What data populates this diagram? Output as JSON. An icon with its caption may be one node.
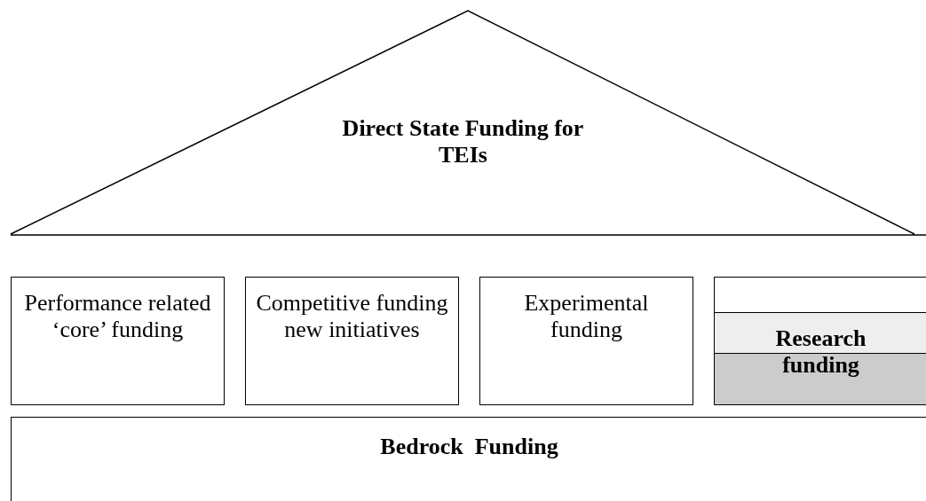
{
  "diagram": {
    "nodes": [
      {
        "text": [
          "Direct State Funding for TEIs"
        ]
      },
      {
        "text": [
          "Performance related ‘core’ funding"
        ]
      },
      {
        "text": [
          "Competitive funding new initiatives"
        ]
      },
      {
        "text": [
          "Experimental funding"
        ]
      },
      {
        "text": [
          "Research funding"
        ]
      },
      {
        "text": [
          "Bedrock  Funding"
        ]
      }
    ]
  }
}
